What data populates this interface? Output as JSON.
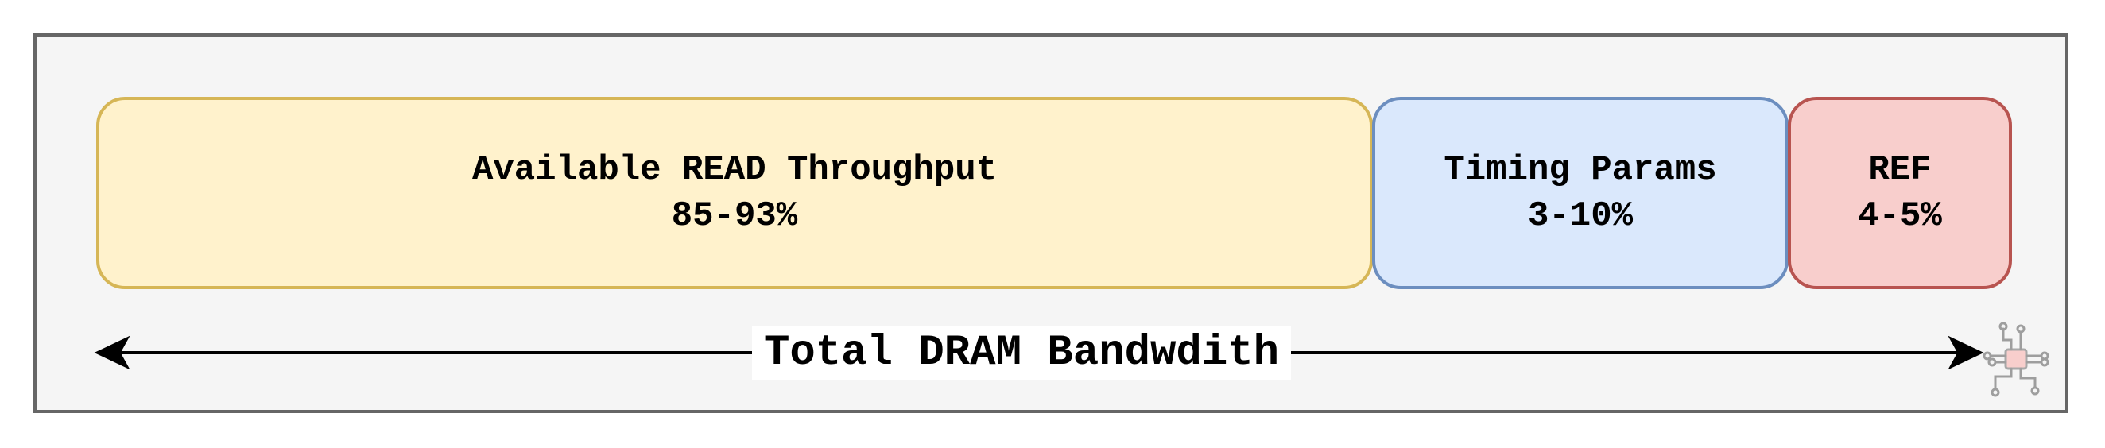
{
  "segments": [
    {
      "label": "Available READ Throughput",
      "value": "85-93%",
      "fill": "#fff2cc",
      "stroke": "#d6b656"
    },
    {
      "label": "Timing Params",
      "value": "3-10%",
      "fill": "#dae8fc",
      "stroke": "#6c8ebf"
    },
    {
      "label": "REF",
      "value": "4-5%",
      "fill": "#f8cecc",
      "stroke": "#b85450"
    }
  ],
  "bandwidth": {
    "label": "Total DRAM Bandwdith"
  },
  "icons": {
    "corner": "circuit-chip-icon"
  },
  "colors": {
    "frame_fill": "#f5f5f5",
    "frame_stroke": "#666666",
    "arrow": "#000000"
  }
}
